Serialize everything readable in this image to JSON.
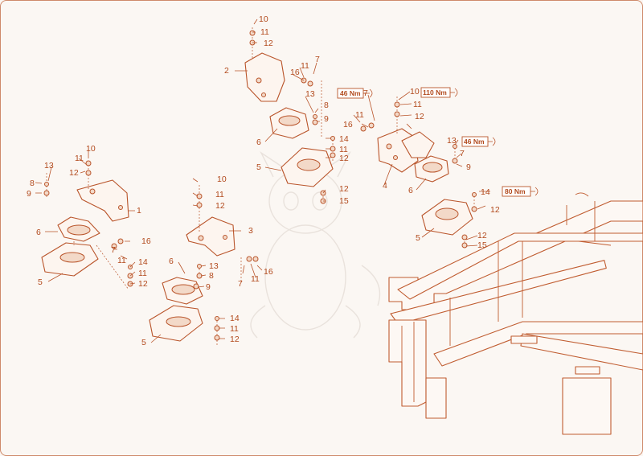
{
  "callouts": {
    "left_mount": [
      "13",
      "10",
      "11",
      "12",
      "8",
      "9",
      "1",
      "6",
      "16",
      "7",
      "11",
      "14",
      "11",
      "5",
      "12"
    ],
    "center_left": [
      "10",
      "11",
      "12",
      "3",
      "13",
      "8",
      "6",
      "9",
      "7",
      "11",
      "16",
      "14",
      "11",
      "5",
      "12"
    ],
    "top_center": [
      "10",
      "11",
      "12",
      "2",
      "11",
      "7",
      "16",
      "13",
      "8",
      "9",
      "6",
      "14",
      "11",
      "12",
      "5",
      "12",
      "15"
    ],
    "right_mount": [
      "10",
      "11",
      "12",
      "11",
      "16",
      "13",
      "7",
      "9",
      "4",
      "6",
      "14",
      "12",
      "5",
      "12",
      "15",
      "7"
    ]
  },
  "torque_labels": [
    "46 Nm",
    "110 Nm",
    "46 Nm",
    "80 Nm"
  ],
  "colors": {
    "line": "#b9542a",
    "text": "#b24a1d",
    "frame": "#cf8a6a",
    "background": "#fbf7f3"
  }
}
